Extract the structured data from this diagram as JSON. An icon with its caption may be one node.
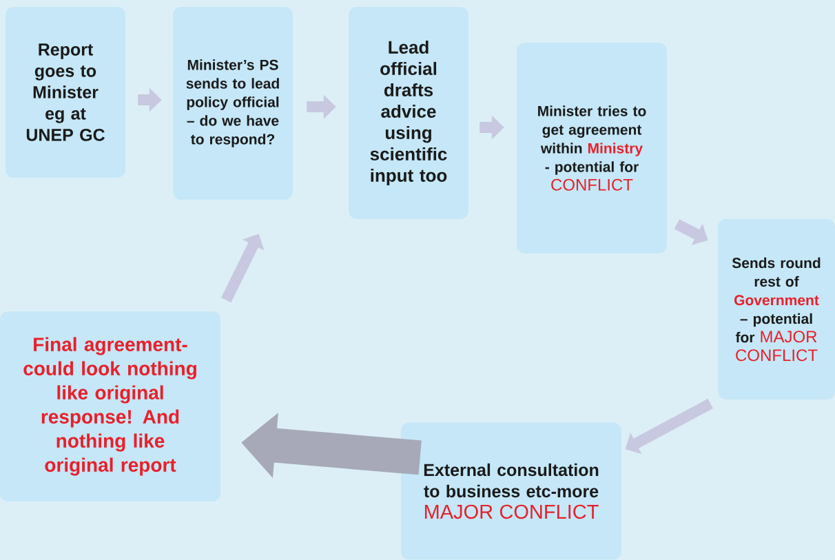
{
  "diagram": {
    "nodes": [
      {
        "text": [
          "Report goes to Minister eg at UNEP GC"
        ]
      },
      {
        "text": [
          "Minister’s PS sends to lead policy official – do we have to respond?"
        ]
      },
      {
        "text": [
          "Lead official drafts advice using scientific input too"
        ]
      },
      {
        "text": [
          "Minister tries to get agreement within",
          "Ministry",
          "- potential for",
          "CONFLICT"
        ]
      },
      {
        "text": [
          "Sends round rest of",
          "Government",
          "– potential for",
          "MAJOR CONFLICT"
        ]
      },
      {
        "text": [
          "External consultation to business etc-more",
          "MAJOR CONFLICT"
        ]
      },
      {
        "text": [
          "Final agreement- could look nothing like original response! And nothing like original report"
        ]
      }
    ],
    "edges": [
      {
        "from": 0,
        "to": 1,
        "arrow": "to"
      },
      {
        "from": 1,
        "to": 2,
        "arrow": "to"
      },
      {
        "from": 2,
        "to": 3,
        "arrow": "to"
      },
      {
        "from": 3,
        "to": 4,
        "arrow": "to"
      },
      {
        "from": 4,
        "to": 5,
        "arrow": "to"
      },
      {
        "from": 5,
        "to": 6,
        "arrow": "to",
        "style": "thick",
        "color": "#a7a9b9"
      },
      {
        "from": 6,
        "to": 1,
        "arrow": "to"
      }
    ]
  }
}
